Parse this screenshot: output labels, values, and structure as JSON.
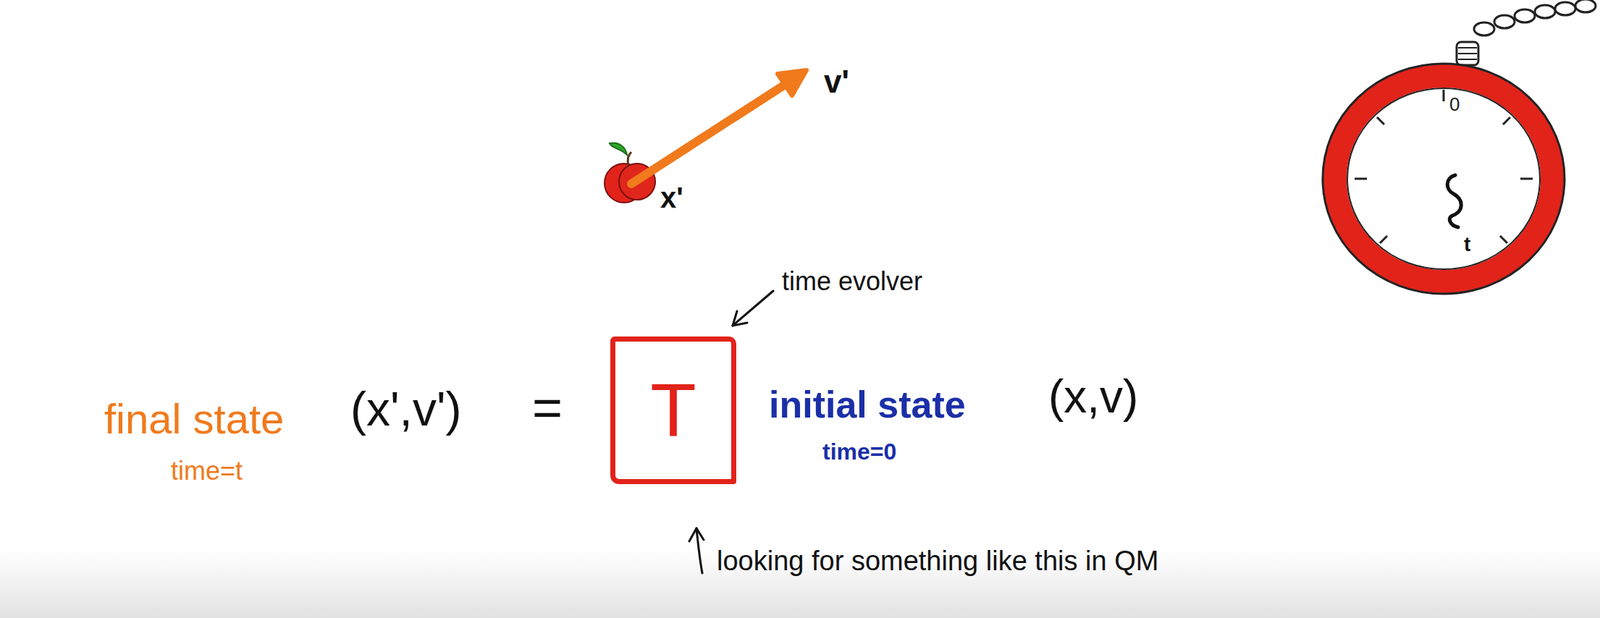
{
  "diagram": {
    "nodes": [
      {
        "text": [
          "T"
        ]
      }
    ],
    "labels": [
      "v'",
      "x'",
      "0",
      "t",
      "final state",
      "time=t",
      "(x',v')",
      "=",
      "initial state",
      "time=0",
      "(x,v)",
      "time evolver",
      "looking for something like this in QM"
    ]
  }
}
